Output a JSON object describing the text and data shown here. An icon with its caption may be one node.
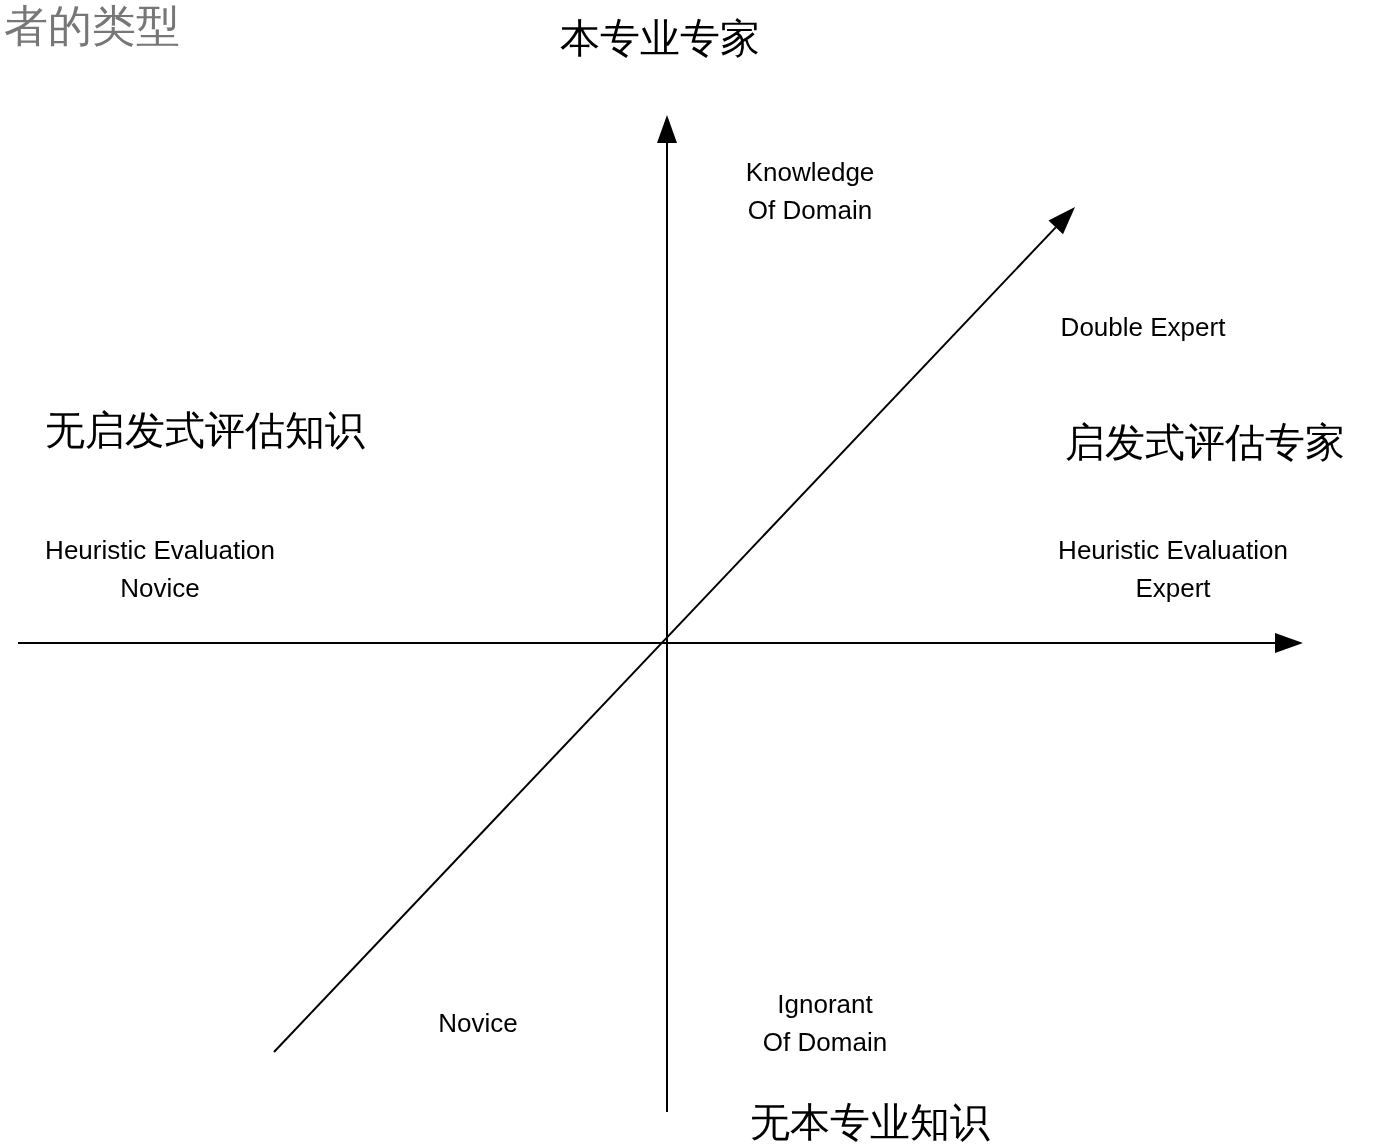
{
  "diagram": {
    "title": "者的类型",
    "labels": [
      "本专业专家",
      "Knowledge Of Domain",
      "Double Expert",
      "无启发式评估知识",
      "启发式评估专家",
      "Heuristic Evaluation Novice",
      "Heuristic Evaluation Expert",
      "Novice",
      "Ignorant Of Domain",
      "无本专业知识"
    ]
  }
}
